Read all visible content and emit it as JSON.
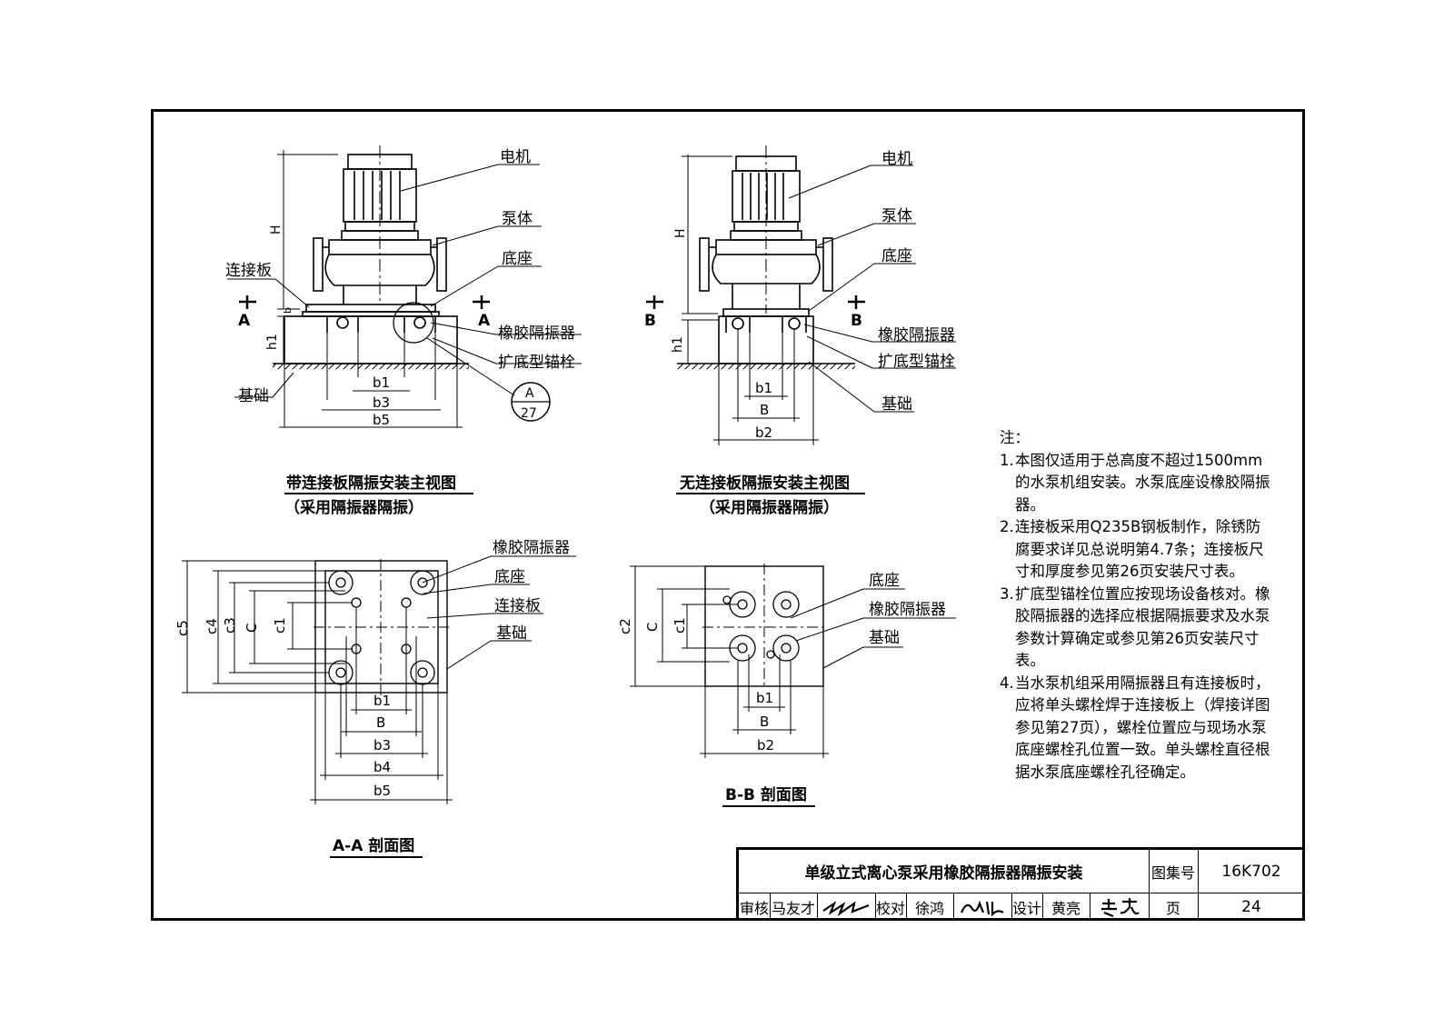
{
  "labels": {
    "motor": "电机",
    "pump_body": "泵体",
    "base": "底座",
    "connecting_plate": "连接板",
    "rubber_isolator": "橡胶隔振器",
    "anchor_bolt": "扩底型锚栓",
    "foundation": "基础"
  },
  "dimensions": {
    "H": "H",
    "h1": "h1",
    "b": "b",
    "b1": "b1",
    "b2": "b2",
    "b3": "b3",
    "b4": "b4",
    "b5": "b5",
    "B": "B",
    "C": "C",
    "c1": "c1",
    "c2": "c2",
    "c3": "c3",
    "c4": "c4",
    "c5": "c5"
  },
  "section_marks": {
    "A": "A",
    "B": "B"
  },
  "detail_ref": {
    "top": "A",
    "bottom": "27"
  },
  "captions": {
    "view1_line1": "带连接板隔振安装主视图",
    "view1_line2": "（采用隔振器隔振）",
    "view2_line1": "无连接板隔振安装主视图",
    "view2_line2": "（采用隔振器隔振）",
    "section_aa": "A-A 剖面图",
    "section_bb": "B-B 剖面图"
  },
  "notes": {
    "heading": "注：",
    "items": [
      {
        "num": "1.",
        "text": "本图仅适用于总高度不超过1500mm的水泵机组安装。水泵底座设橡胶隔振器。"
      },
      {
        "num": "2.",
        "text": "连接板采用Q235B钢板制作，除锈防腐要求详见总说明第4.7条；连接板尺寸和厚度参见第26页安装尺寸表。"
      },
      {
        "num": "3.",
        "text": "扩底型锚栓位置应按现场设备核对。橡胶隔振器的选择应根据隔振要求及水泵参数计算确定或参见第26页安装尺寸表。"
      },
      {
        "num": "4.",
        "text": "当水泵机组采用隔振器且有连接板时，应将单头螺栓焊于连接板上（焊接详图参见第27页），螺栓位置应与现场水泵底座螺栓孔位置一致。单头螺栓直径根据水泵底座螺栓孔径确定。"
      }
    ]
  },
  "title_block": {
    "title": "单级立式离心泵采用橡胶隔振器隔振安装",
    "atlas_label": "图集号",
    "atlas_no": "16K702",
    "review_label": "审核",
    "reviewer": "马友才",
    "check_label": "校对",
    "checker": "徐鸿",
    "design_label": "设计",
    "designer": "黄亮",
    "page_label": "页",
    "page_no": "24"
  }
}
